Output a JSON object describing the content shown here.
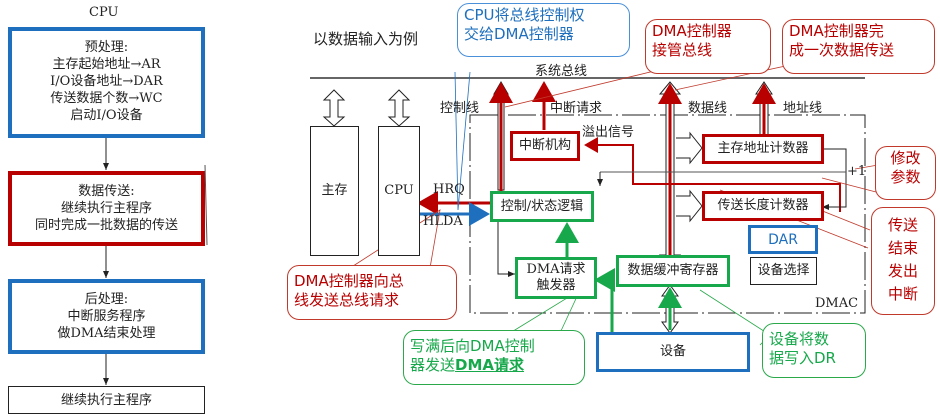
{
  "flowchart": {
    "title": "CPU",
    "steps": [
      {
        "lines": [
          "预处理:",
          "主存起始地址→AR",
          "I/O设备地址→DAR",
          "传送数据个数→WC",
          "启动I/O设备"
        ],
        "border_color": "#1e6fbd"
      },
      {
        "lines": [
          "数据传送:",
          "继续执行主程序",
          "同时完成一批数据的传送"
        ],
        "border_color": "#b90000"
      },
      {
        "lines": [
          "后处理:",
          "中断服务程序",
          "做DMA结束处理"
        ],
        "border_color": "#1e6fbd"
      },
      {
        "lines": [
          "继续执行主程序"
        ],
        "border_color": "#222222"
      }
    ]
  },
  "diagram": {
    "heading": "以数据输入为例",
    "bus_label": "系统总线",
    "line_labels": {
      "control": "控制线",
      "interrupt_request": "中断请求",
      "data": "数据线",
      "address": "地址线",
      "overflow": "溢出信号",
      "hrq": "HRQ",
      "hlda": "HLDA",
      "plus_one": "+1",
      "dmac": "DMAC"
    },
    "blocks": {
      "main_memory": "主存",
      "cpu": "CPU",
      "interrupt_unit": "中断机构",
      "control_logic": "控制/状态逻辑",
      "address_counter": "主存地址计数器",
      "length_counter": "传送长度计数器",
      "dar": "DAR",
      "device_select": "设备选择",
      "data_buffer": "数据缓冲寄存器",
      "dma_trigger_line1": "DMA请求",
      "dma_trigger_line2": "触发器",
      "device": "设备"
    },
    "callouts": {
      "cpu_grant": [
        "CPU将总线控制权",
        "交给DMA控制器"
      ],
      "dma_takeover": [
        "DMA控制器",
        "接管总线"
      ],
      "dma_complete": [
        "DMA控制器完",
        "成一次数据传送"
      ],
      "modify_params": [
        "修改",
        "参数"
      ],
      "transfer_end": [
        "传送",
        "结束",
        "发出",
        "中断"
      ],
      "bus_request": [
        "DMA控制器向总",
        "线发送总线请求"
      ],
      "write_full_prefix": "写满后向DMA控制",
      "write_full_line2": "器发送",
      "write_full_bold": "DMA请求",
      "device_write": [
        "设备将数",
        "据写入DR"
      ]
    },
    "colors": {
      "red": "#b90000",
      "blue": "#1e6fbd",
      "green": "#16a84a",
      "callout_red": "#c0392b",
      "callout_green": "#2aa84a"
    }
  }
}
